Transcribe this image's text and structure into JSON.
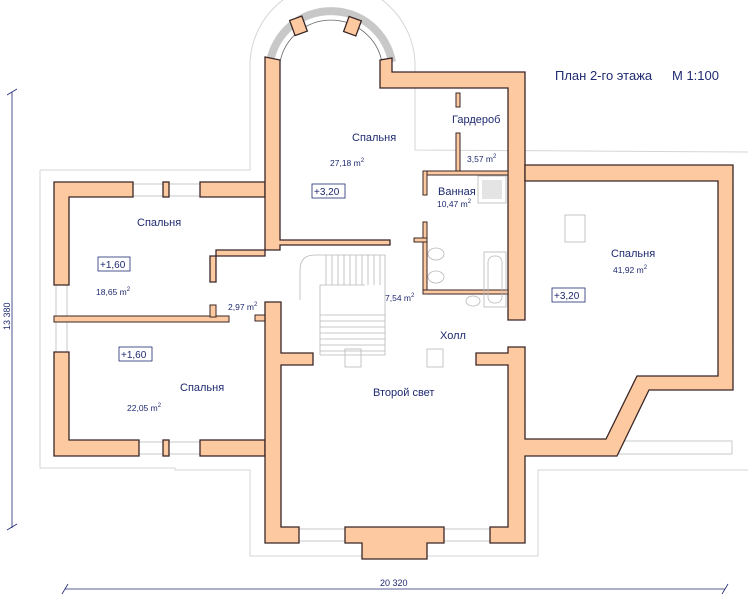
{
  "title": {
    "plan": "План 2-го этажа",
    "scale": "М 1:100"
  },
  "colors": {
    "wall": "#fcc9a0",
    "outline": "#3a2626",
    "text": "#1f2a70"
  },
  "rooms": [
    {
      "name": "Спальня",
      "area": "27,18",
      "level": "+3,20"
    },
    {
      "name": "Гардероб",
      "area": "3,57"
    },
    {
      "name": "Ванная",
      "area": "10,47"
    },
    {
      "name": "Спальня",
      "area": "41,92",
      "level": "+3,20"
    },
    {
      "name": "Спальня",
      "area": "18,65",
      "level": "+1,60"
    },
    {
      "name": "",
      "area": "2,97"
    },
    {
      "name": "",
      "area": "7,54"
    },
    {
      "name": "Холл"
    },
    {
      "name": "Спальня",
      "area": "22,05",
      "level": "+1,60"
    },
    {
      "name": "Второй свет"
    }
  ],
  "area_unit": "m",
  "area_exp": "2",
  "dimensions": {
    "height": "13 380",
    "width": "20 320"
  }
}
